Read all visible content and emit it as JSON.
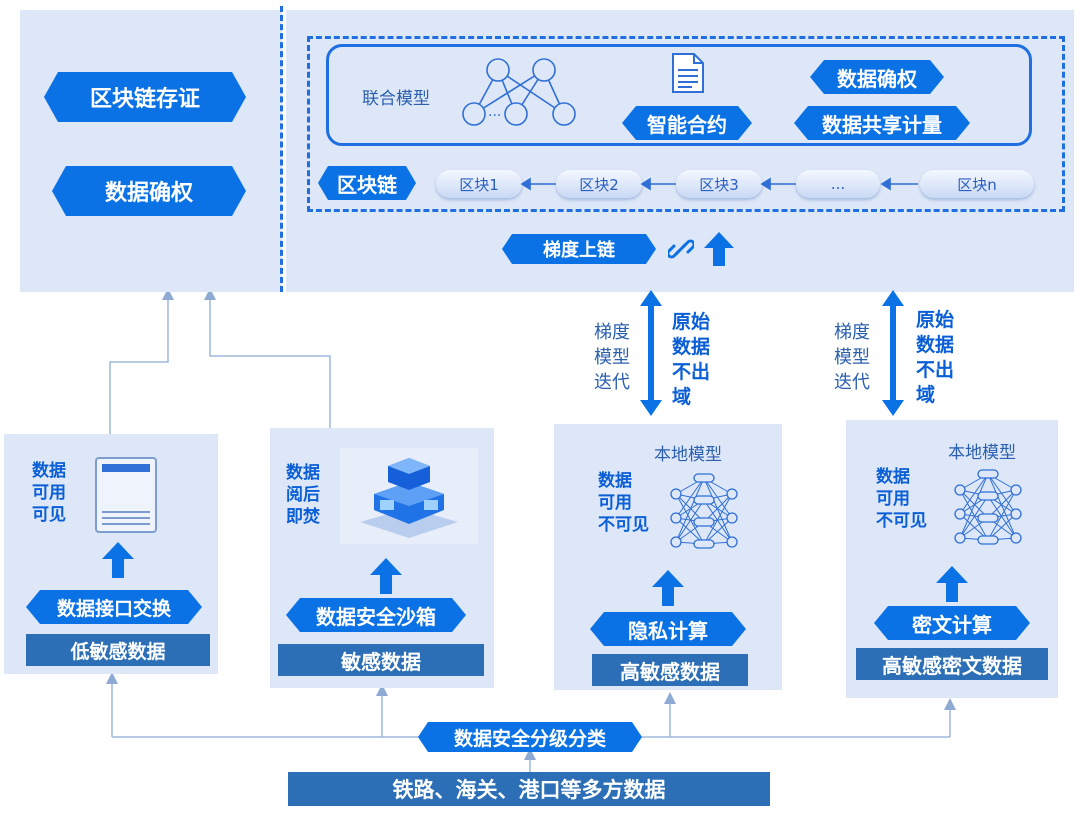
{
  "top_left": {
    "blockchain_cert": "区块链存证",
    "data_rights": "数据确权"
  },
  "top_right": {
    "joint_model": "联合模型",
    "ellipsis_node": "...",
    "smart_contract": "智能合约",
    "data_rights": "数据确权",
    "data_share_metering": "数据共享计量",
    "blockchain": "区块链",
    "blocks": [
      "区块1",
      "区块2",
      "区块3",
      "...",
      "区块n"
    ],
    "gradient_on_chain": "梯度上链"
  },
  "middle": {
    "gradient_iter": "梯度\n模型\n迭代",
    "raw_data_stay": "原始\n数据\n不出\n域"
  },
  "cards": [
    {
      "side_text": "数据\n可用\n可见",
      "method": "数据接口交换",
      "level": "低敏感数据"
    },
    {
      "side_text": "数据\n阅后\n即焚",
      "method": "数据安全沙箱",
      "level": "敏感数据"
    },
    {
      "title": "本地模型",
      "side_text": "数据\n可用\n不可见",
      "method": "隐私计算",
      "level": "高敏感数据"
    },
    {
      "title": "本地模型",
      "side_text": "数据\n可用\n不可见",
      "method": "密文计算",
      "level": "高敏感密文数据"
    }
  ],
  "bottom": {
    "classification": "数据安全分级分类",
    "sources": "铁路、海关、港口等多方数据"
  },
  "colors": {
    "accent": "#0b72e6",
    "dark_bar": "#2c6fb6",
    "panel": "#dde7f8",
    "connector": "#9fb8dc"
  }
}
